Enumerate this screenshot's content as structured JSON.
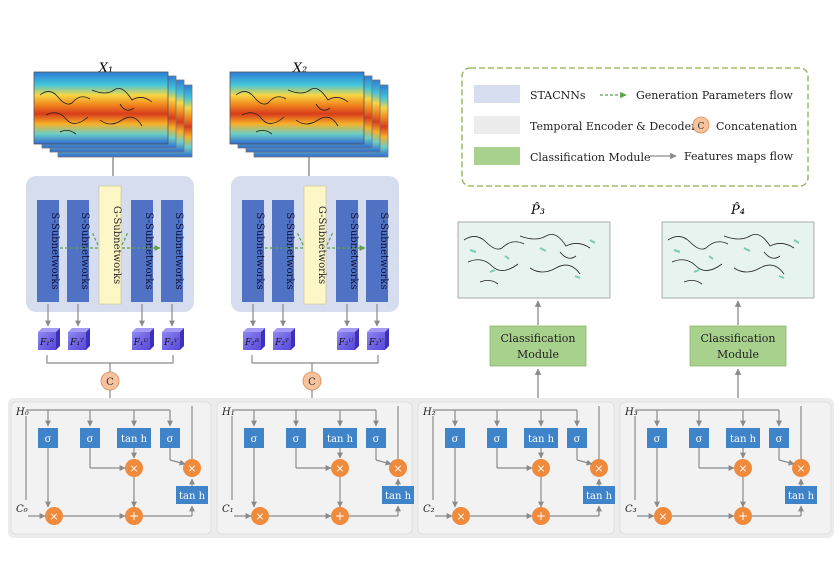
{
  "inputs": {
    "x1": "X₁",
    "x2": "X₂"
  },
  "outputs": {
    "p3": "P̂₃",
    "p4": "P̂₄"
  },
  "legend": {
    "stacnns": "STACNNs",
    "generation_flow": "Generation Parameters flow",
    "temporal": "Temporal Encoder & Decoder",
    "concat_symbol": "C",
    "concatenation": "Concatenation",
    "classification": "Classification Module",
    "features_flow": "Features maps flow"
  },
  "subnetworks": {
    "s_label": "S-Subnetworks",
    "g_label": "G-Subnetworks"
  },
  "features": {
    "f1": [
      "F₁ᴿ",
      "F₁ᵀ",
      "F₁ᵁ",
      "F₁ⱽ"
    ],
    "f2": [
      "F₂ᴿ",
      "F₂ᵀ",
      "F₂ᵁ",
      "F₂ⱽ"
    ]
  },
  "concat_symbol": "C",
  "classification_module": {
    "line1": "Classification",
    "line2": "Module"
  },
  "lstm": {
    "sigma": "σ",
    "tanh": "tan h",
    "multiply": "×",
    "add": "+",
    "hidden": [
      "H₀",
      "H₁",
      "H₂",
      "H₃"
    ],
    "cell": [
      "C₀",
      "C₁",
      "C₂",
      "C₃"
    ]
  },
  "colors": {
    "stacnn_bg": "#d5ddef",
    "subnet_blue": "#4f72c4",
    "g_subnet_yellow": "#fdf7c7",
    "feature_purple": "#6d5fe8",
    "class_green": "#a9d18e",
    "lstm_bg": "#ececec",
    "gate_blue": "#3f83c9",
    "op_orange": "#f08a3c",
    "concat_peach": "#f7c39e",
    "legend_border": "#8bb04a",
    "gen_flow_green": "#5fa04a"
  }
}
